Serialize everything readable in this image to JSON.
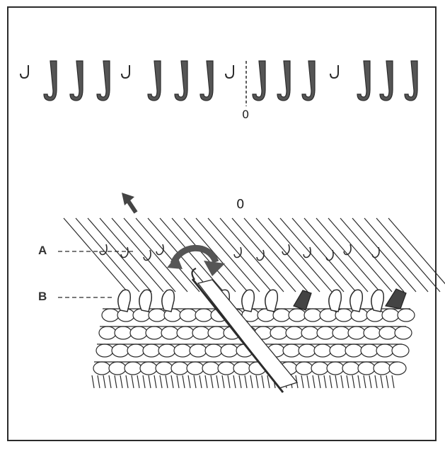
{
  "labels": {
    "a": "A",
    "b": "B",
    "zero_top": "0",
    "zero_mid": "0"
  },
  "needles": {
    "pattern": [
      "small",
      "large",
      "large",
      "large",
      "small",
      "large",
      "large",
      "large",
      "small",
      "large",
      "large",
      "large",
      "small",
      "large",
      "large",
      "large"
    ]
  },
  "colors": {
    "line": "#2b2b2b",
    "fill": "#555555",
    "background": "#ffffff"
  },
  "icons": {
    "arrow_up": "arrow-up-left-icon",
    "arrow_turn": "curved-arrow-icon",
    "tool": "latch-tool-icon"
  }
}
